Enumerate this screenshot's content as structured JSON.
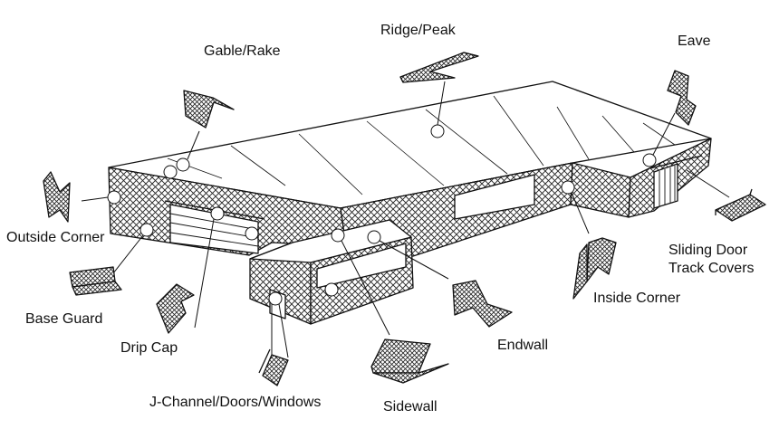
{
  "diagram": {
    "labels": {
      "gable_rake": "Gable/Rake",
      "ridge_peak": "Ridge/Peak",
      "eave": "Eave",
      "outside_corner": "Outside Corner",
      "base_guard": "Base Guard",
      "drip_cap": "Drip Cap",
      "j_channel": "J-Channel/Doors/Windows",
      "sidewall": "Sidewall",
      "endwall": "Endwall",
      "inside_corner": "Inside Corner",
      "sliding_door_line1": "Sliding Door",
      "sliding_door_line2": "Track Covers"
    },
    "colors": {
      "line": "#111111",
      "hatch": "#222222",
      "background": "#ffffff"
    }
  }
}
